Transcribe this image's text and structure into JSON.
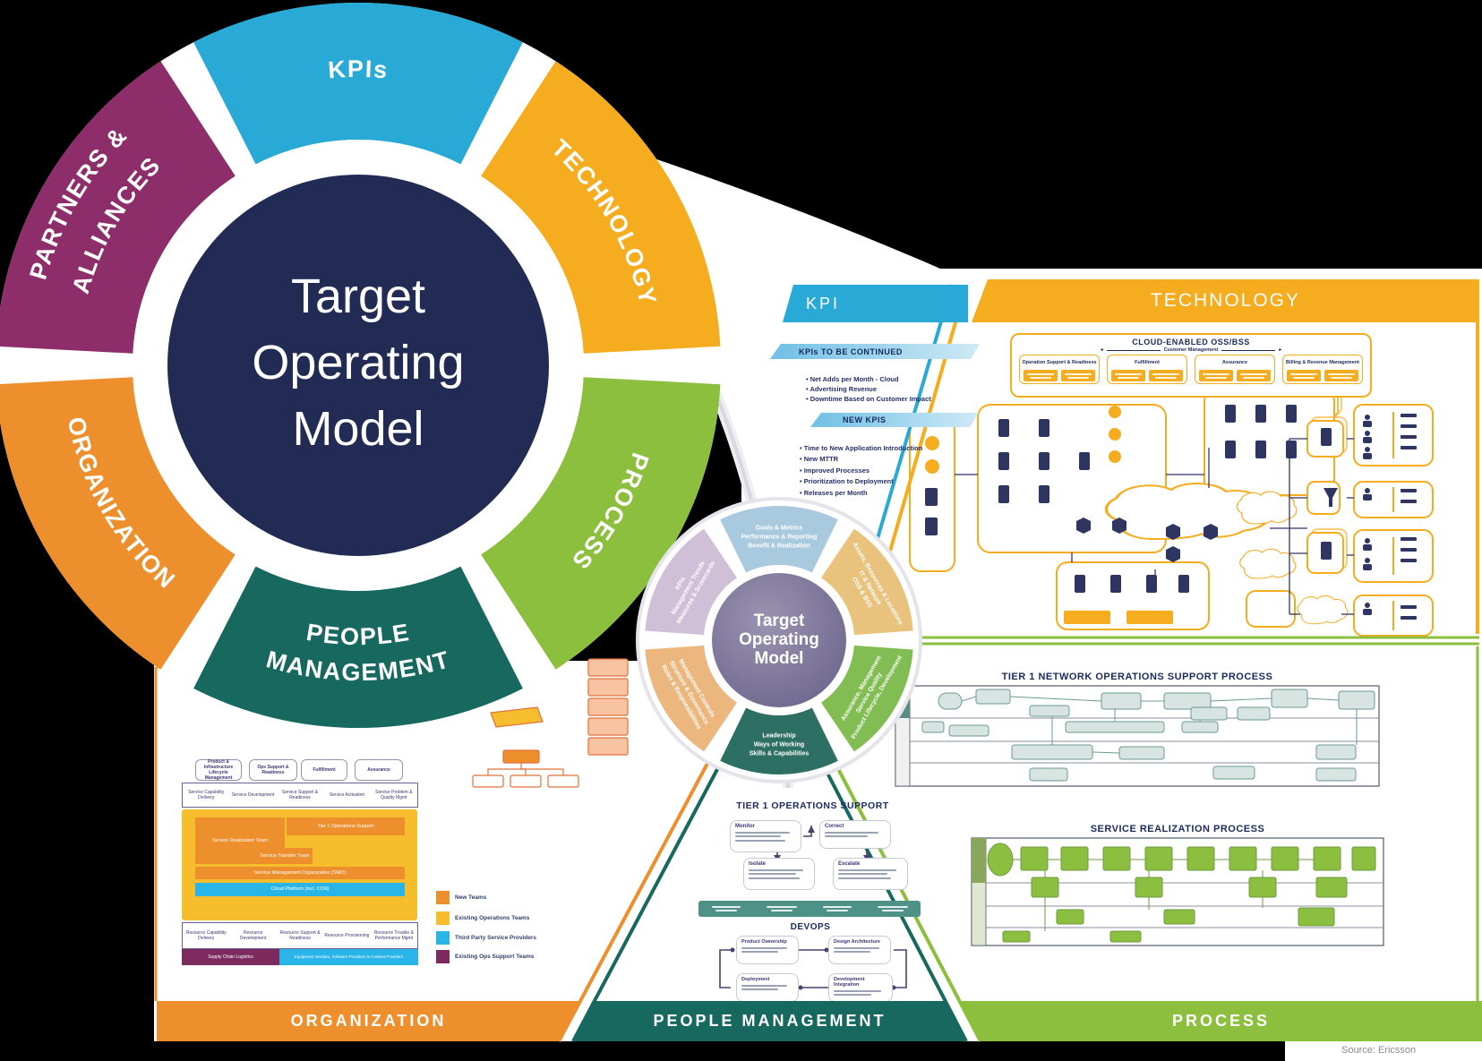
{
  "footer": {
    "source": "Source: Ericsson"
  },
  "big_wheel": {
    "center_lines": [
      "Target",
      "Operating",
      "Model"
    ],
    "segments": {
      "kpis": "KPIs",
      "technology": "TECHNOLOGY",
      "process": "PROCESS",
      "people_line1": "PEOPLE",
      "people_line2": "MANAGEMENT",
      "organization": "ORGANIZATION",
      "partners_line1": "PARTNERS &",
      "partners_line2": "ALLIANCES"
    },
    "colors": {
      "kpis": "#29A9D6",
      "technology": "#F5AC1E",
      "process": "#8BBF3D",
      "people": "#17695F",
      "organization": "#EE8F2E",
      "partners": "#8D2D69",
      "center": "#222B54"
    }
  },
  "mini_wheel": {
    "center_lines": [
      "Target",
      "Operating",
      "Model"
    ],
    "segments": [
      {
        "id": "kpi",
        "lines": [
          "Goals & Metrics",
          "Performance & Reporting",
          "Benefit & Realization"
        ]
      },
      {
        "id": "technology",
        "lines": [
          "Assets, Resources & Locations",
          "IT & Network",
          "OSS & BSS"
        ]
      },
      {
        "id": "process",
        "lines": [
          "Assurance, Management",
          "Service Quality",
          "Product Lifecycle, Development"
        ]
      },
      {
        "id": "people",
        "lines": [
          "Leadership",
          "Ways of Working",
          "Skills & Capabilities"
        ]
      },
      {
        "id": "organization",
        "lines": [
          "Management Controls",
          "Structure & Governance",
          "Roles & Responsibilities"
        ]
      },
      {
        "id": "partners",
        "lines": [
          "KPIs",
          "Management Trends",
          "Measures & Scorecards"
        ]
      }
    ]
  },
  "kpi_panel": {
    "header": "KPI",
    "banner1": "KPIs TO BE CONTINUED",
    "items1": [
      "Net Adds per Month - Cloud",
      "Advertising Revenue",
      "Downtime Based on Customer Impact"
    ],
    "banner2": "NEW KPIS",
    "items2": [
      "Time to New Application Introduction",
      "New MTTR",
      "Improved Processes",
      "Prioritization to Deployment",
      "Releases per Month"
    ]
  },
  "technology_panel": {
    "header": "TECHNOLOGY",
    "oss_title": "CLOUD-ENABLED OSS/BSS",
    "bracket": "Customer Management",
    "groups": [
      "Operation Support & Readiness",
      "Fulfillment",
      "Assurance",
      "Billing & Revenue Management"
    ]
  },
  "process_panel": {
    "header": "PROCESS",
    "flow1_title": "TIER 1 NETWORK OPERATIONS SUPPORT PROCESS",
    "flow2_title": "SERVICE REALIZATION PROCESS"
  },
  "organization_panel": {
    "header": "ORGANIZATION",
    "tabs": [
      "Product & Infrastructure Lifecycle Management",
      "Ops Support & Readiness",
      "Fulfillment",
      "Assurance"
    ],
    "service_columns": [
      "Service Capability Delivery",
      "Service Development",
      "Service Support & Readiness",
      "Service Activation",
      "Service Problem & Quality Mgmt"
    ],
    "blocks": {
      "realization": "Service Realization Team",
      "tier1": "Tier 1 Operations Support",
      "transfer": "Service Transfer Team",
      "smo": "Service Management Organization (SMO)",
      "cloud": "Cloud Platform (incl. CDN)"
    },
    "resource_columns": [
      "Resource Capability Delivery",
      "Resource Development",
      "Resource Support & Readiness",
      "Resource Provisioning",
      "Resource Trouble & Performance Mgmt"
    ],
    "bars": {
      "supply": "Supply Chain Logistics",
      "vendors": "Equipment Vendors, Software Providers & Content Providers"
    },
    "legend": [
      {
        "label": "New Teams",
        "color": "#EE8F2E"
      },
      {
        "label": "Existing Operations Teams",
        "color": "#F6BE2C"
      },
      {
        "label": "Third Party Service Providers",
        "color": "#29B5E8"
      },
      {
        "label": "Existing Ops Support Teams",
        "color": "#7D2B5E"
      }
    ]
  },
  "people_panel": {
    "header": "PEOPLE MANAGEMENT",
    "tier1_title": "TIER 1 OPERATIONS SUPPORT",
    "tier1_boxes": [
      "Monitor",
      "Correct",
      "Isolate",
      "Escalate"
    ],
    "devops_title": "DEVOPS",
    "devops_boxes": [
      "Product Ownership",
      "Design Architecture",
      "Deployment",
      "Development Integration"
    ]
  }
}
